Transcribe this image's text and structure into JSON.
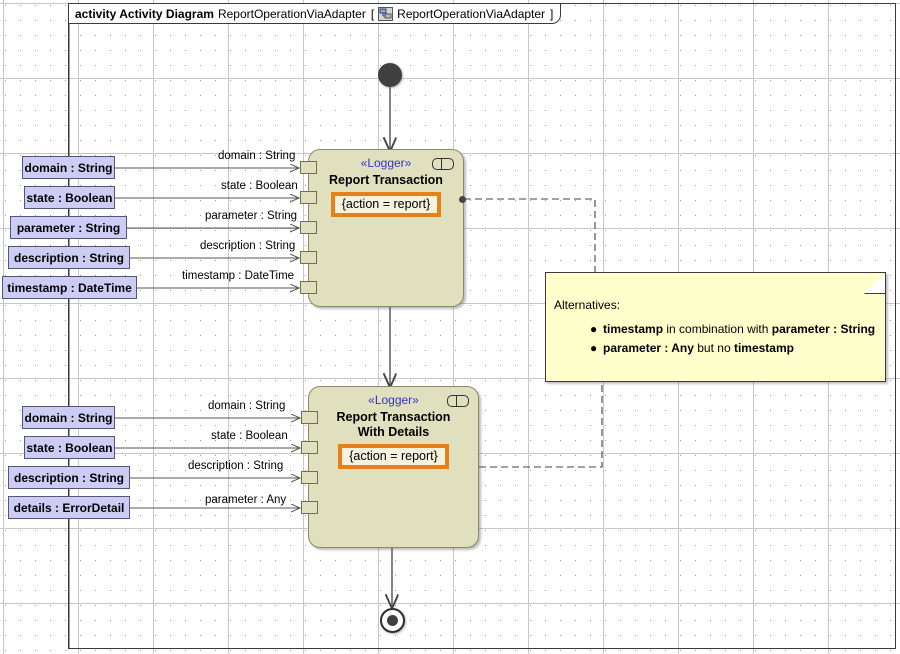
{
  "frame": {
    "keyword": "activity Activity Diagram",
    "name": "ReportOperationViaAdapter",
    "bracket_open": "[",
    "icon": "diagram-icon",
    "inner_name": "ReportOperationViaAdapter",
    "bracket_close": "]"
  },
  "nodes": [
    {
      "id": "report-transaction",
      "stereotype": "«Logger»",
      "title": "Report Transaction",
      "title_line2": "",
      "constraint": "{action = report}",
      "icon": "activity-rake-icon"
    },
    {
      "id": "report-transaction-with-details",
      "stereotype": "«Logger»",
      "title": "Report Transaction",
      "title_line2": "With Details",
      "constraint": "{action = report}",
      "icon": "activity-rake-icon"
    }
  ],
  "params_top": [
    {
      "label": "domain : String",
      "pin": "domain : String"
    },
    {
      "label": "state : Boolean",
      "pin": "state : Boolean"
    },
    {
      "label": "parameter : String",
      "pin": "parameter : String"
    },
    {
      "label": "description : String",
      "pin": "description : String"
    },
    {
      "label": "timestamp : DateTime",
      "pin": "timestamp : DateTime"
    }
  ],
  "params_bottom": [
    {
      "label": "domain : String",
      "pin": "domain : String"
    },
    {
      "label": "state : Boolean",
      "pin": "state : Boolean"
    },
    {
      "label": "description : String",
      "pin": "description : String"
    },
    {
      "label": "details : ErrorDetail",
      "pin": "parameter : Any"
    }
  ],
  "note": {
    "title": "Alternatives:",
    "items": [
      {
        "bullet": "●",
        "part1": "timestamp",
        "part2": " in combination with ",
        "part3": "parameter : String"
      },
      {
        "bullet": "●",
        "part1": "parameter : Any",
        "part2": " but no ",
        "part3": "timestamp"
      }
    ]
  },
  "colors": {
    "activity_fill": "#E0E0BE",
    "param_fill": "#CCCCF5",
    "note_fill": "#FFFFCC",
    "constraint_border": "#E8801A",
    "stereotype_text": "#3333CC"
  },
  "control_nodes": {
    "initial": "initial-node",
    "final": "activity-final-node"
  }
}
